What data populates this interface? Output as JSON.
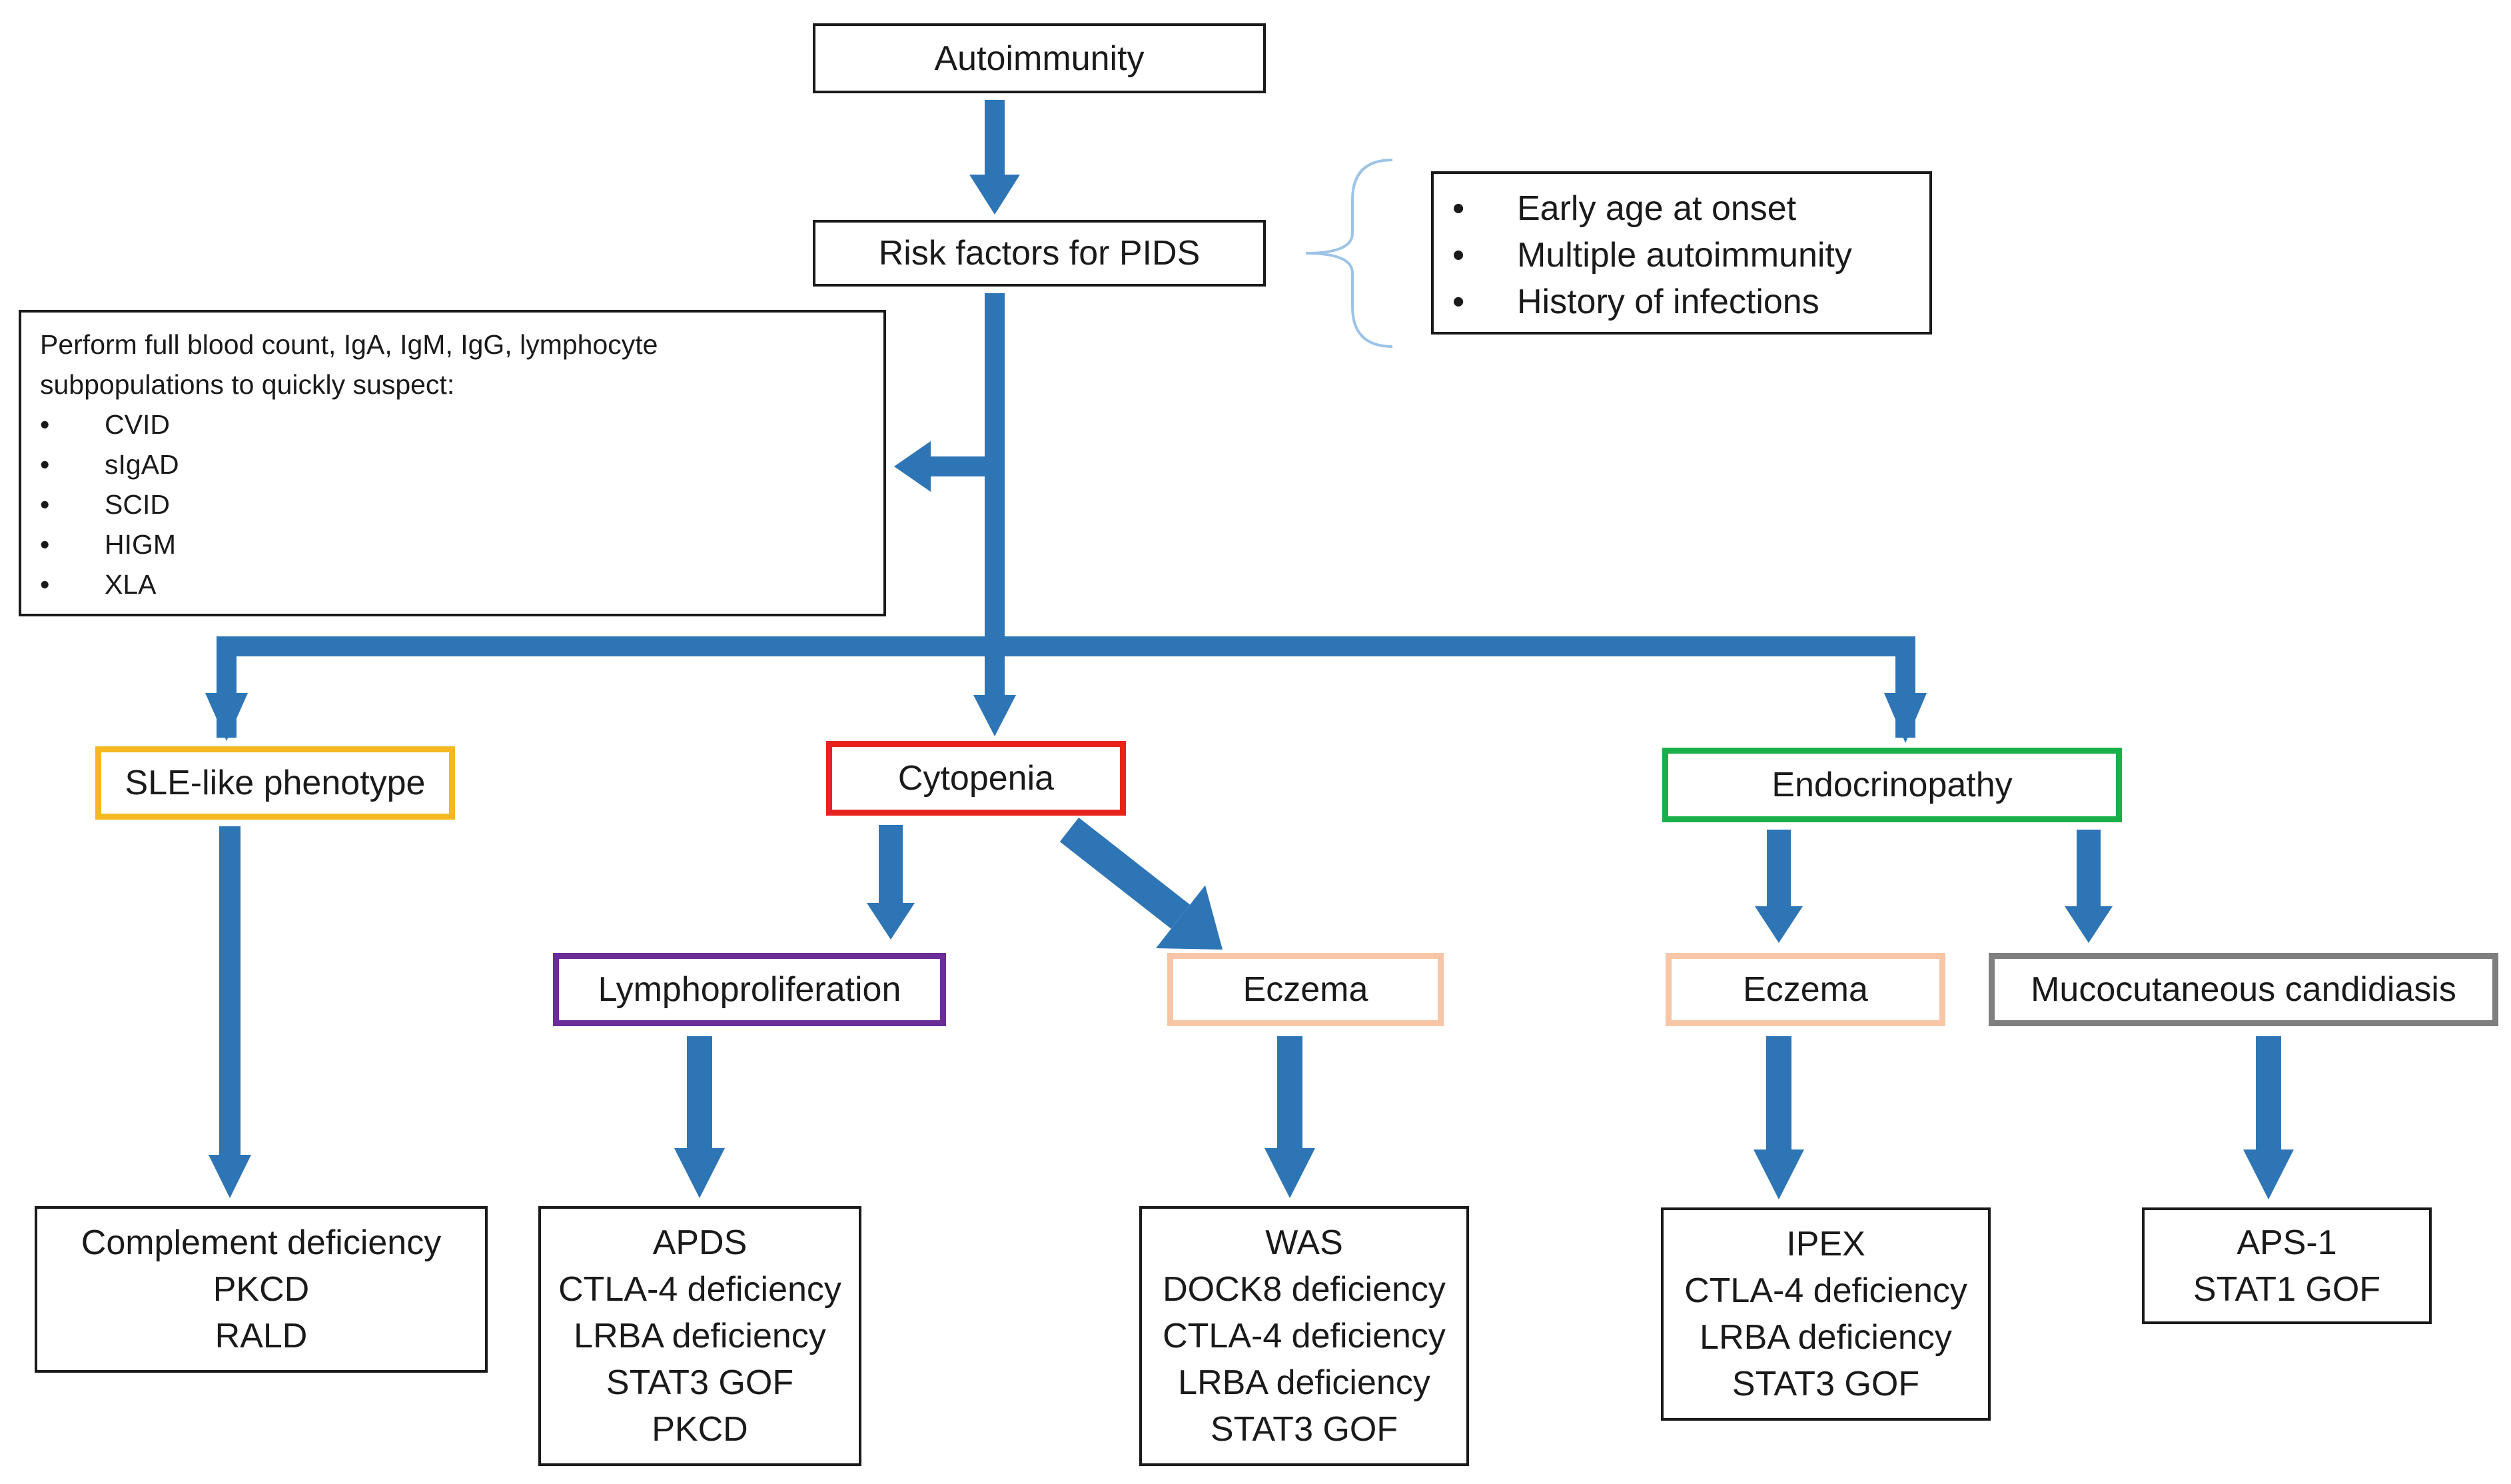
{
  "title": "Autoimmunity",
  "risk": {
    "label": "Risk factors for PIDS",
    "factors": [
      "Early age at onset",
      "Multiple autoimmunity",
      "History of infections"
    ]
  },
  "workup": {
    "intro": "Perform full blood count, IgA, IgM, IgG, lymphocyte subpopulations to quickly suspect:",
    "items": [
      "CVID",
      "sIgAD",
      "SCID",
      "HIGM",
      "XLA"
    ]
  },
  "phenotypes": {
    "sle": {
      "label": "SLE-like phenotype",
      "color": "#F5B820"
    },
    "cytopenia": {
      "label": "Cytopenia",
      "color": "#E8231E"
    },
    "endocrinopathy": {
      "label": "Endocrinopathy",
      "color": "#19B04C"
    },
    "lymphoproliferation": {
      "label": "Lymphoproliferation",
      "color": "#6A2D98"
    },
    "eczema_a": {
      "label": "Eczema",
      "color": "#F8C6A6"
    },
    "eczema_b": {
      "label": "Eczema",
      "color": "#F8C6A6"
    },
    "candidiasis": {
      "label": "Mucocutaneous candidiasis",
      "color": "#7F7F7F"
    }
  },
  "outcomes": {
    "sle": [
      "Complement deficiency",
      "PKCD",
      "RALD"
    ],
    "lymphoproliferation": [
      "APDS",
      "CTLA-4 deficiency",
      "LRBA deficiency",
      "STAT3 GOF",
      "PKCD"
    ],
    "eczema_a": [
      "WAS",
      "DOCK8 deficiency",
      "CTLA-4 deficiency",
      "LRBA deficiency",
      "STAT3 GOF"
    ],
    "eczema_b": [
      "IPEX",
      "CTLA-4 deficiency",
      "LRBA deficiency",
      "STAT3 GOF"
    ],
    "candidiasis": [
      "APS-1",
      "STAT1 GOF"
    ]
  },
  "arrow_color": "#2E75B6",
  "brace_color": "#9DC3E6"
}
